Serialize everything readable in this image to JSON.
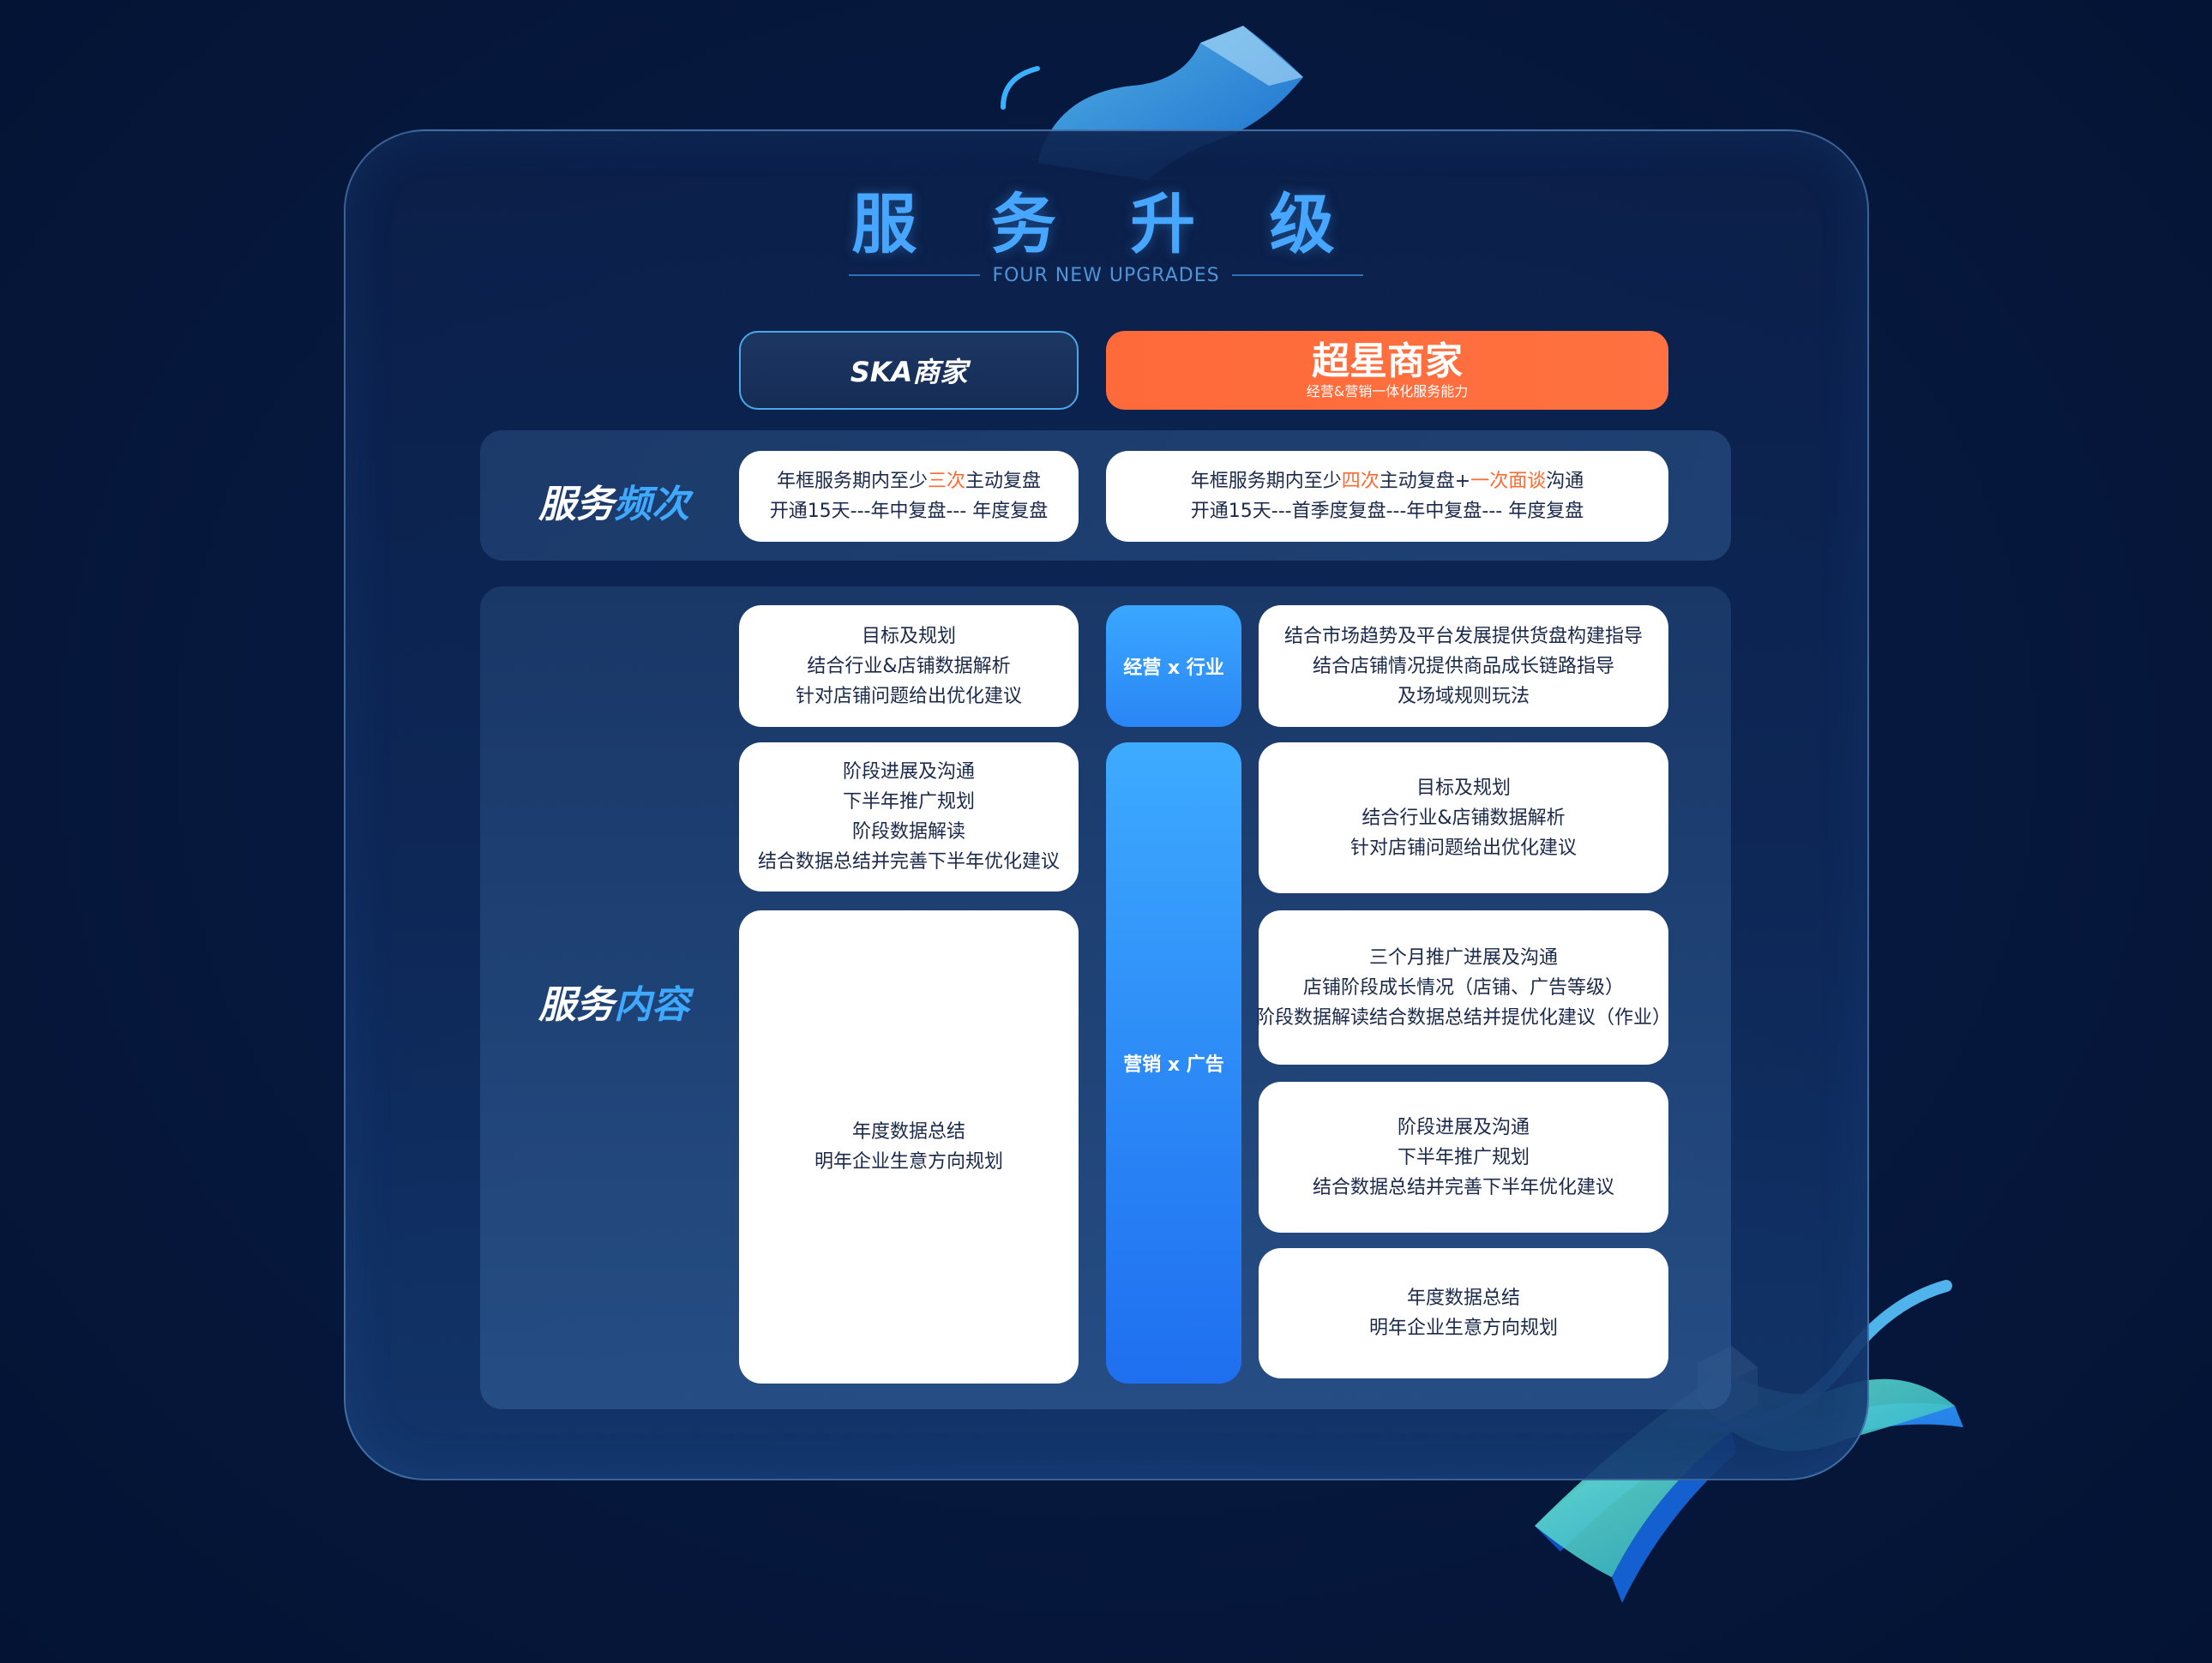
{
  "title": "服 务 升 级",
  "subtitle": "FOUR NEW UPGRADES",
  "columns": {
    "ska": "SKA商家",
    "super": "超星商家",
    "super_sub": "经营&营销一体化服务能力"
  },
  "rows": {
    "freq_label_a": "服务",
    "freq_label_b": "频次",
    "content_label_a": "服务",
    "content_label_b": "内容"
  },
  "freq": {
    "ska": {
      "line1_pre": "年框服务期内至少",
      "line1_hl": "三次",
      "line1_post": "主动复盘",
      "line2": "开通15天---年中复盘--- 年度复盘"
    },
    "super": {
      "line1_pre": "年框服务期内至少",
      "line1_hl": "四次",
      "line1_mid": "主动复盘+",
      "line1_hl2": "一次面谈",
      "line1_post": "沟通",
      "line2": "开通15天---首季度复盘---年中复盘--- 年度复盘"
    }
  },
  "tags": {
    "ops": "经营 x 行业",
    "mkt": "营销 x 广告"
  },
  "ska_cards": [
    {
      "lines": [
        "目标及规划",
        "结合行业&店铺数据解析",
        "针对店铺问题给出优化建议"
      ]
    },
    {
      "lines": [
        "阶段进展及沟通",
        "下半年推广规划",
        "阶段数据解读",
        "结合数据总结并完善下半年优化建议"
      ]
    },
    {
      "lines": [
        "年度数据总结",
        "明年企业生意方向规划"
      ]
    }
  ],
  "super_cards": [
    {
      "lines": [
        "结合市场趋势及平台发展提供货盘构建指导",
        "结合店铺情况提供商品成长链路指导",
        "及场域规则玩法"
      ]
    },
    {
      "lines": [
        "目标及规划",
        "结合行业&店铺数据解析",
        "针对店铺问题给出优化建议"
      ]
    },
    {
      "lines": [
        "三个月推广进展及沟通",
        "店铺阶段成长情况（店铺、广告等级）",
        "阶段数据解读结合数据总结并提优化建议（作业）"
      ]
    },
    {
      "lines": [
        "阶段进展及沟通",
        "下半年推广规划",
        "结合数据总结并完善下半年优化建议"
      ]
    },
    {
      "lines": [
        "年度数据总结",
        "明年企业生意方向规划"
      ]
    }
  ],
  "colors": {
    "accent_blue": "#3fa8ff",
    "accent_orange": "#ff6a3a",
    "background": "#041333"
  }
}
